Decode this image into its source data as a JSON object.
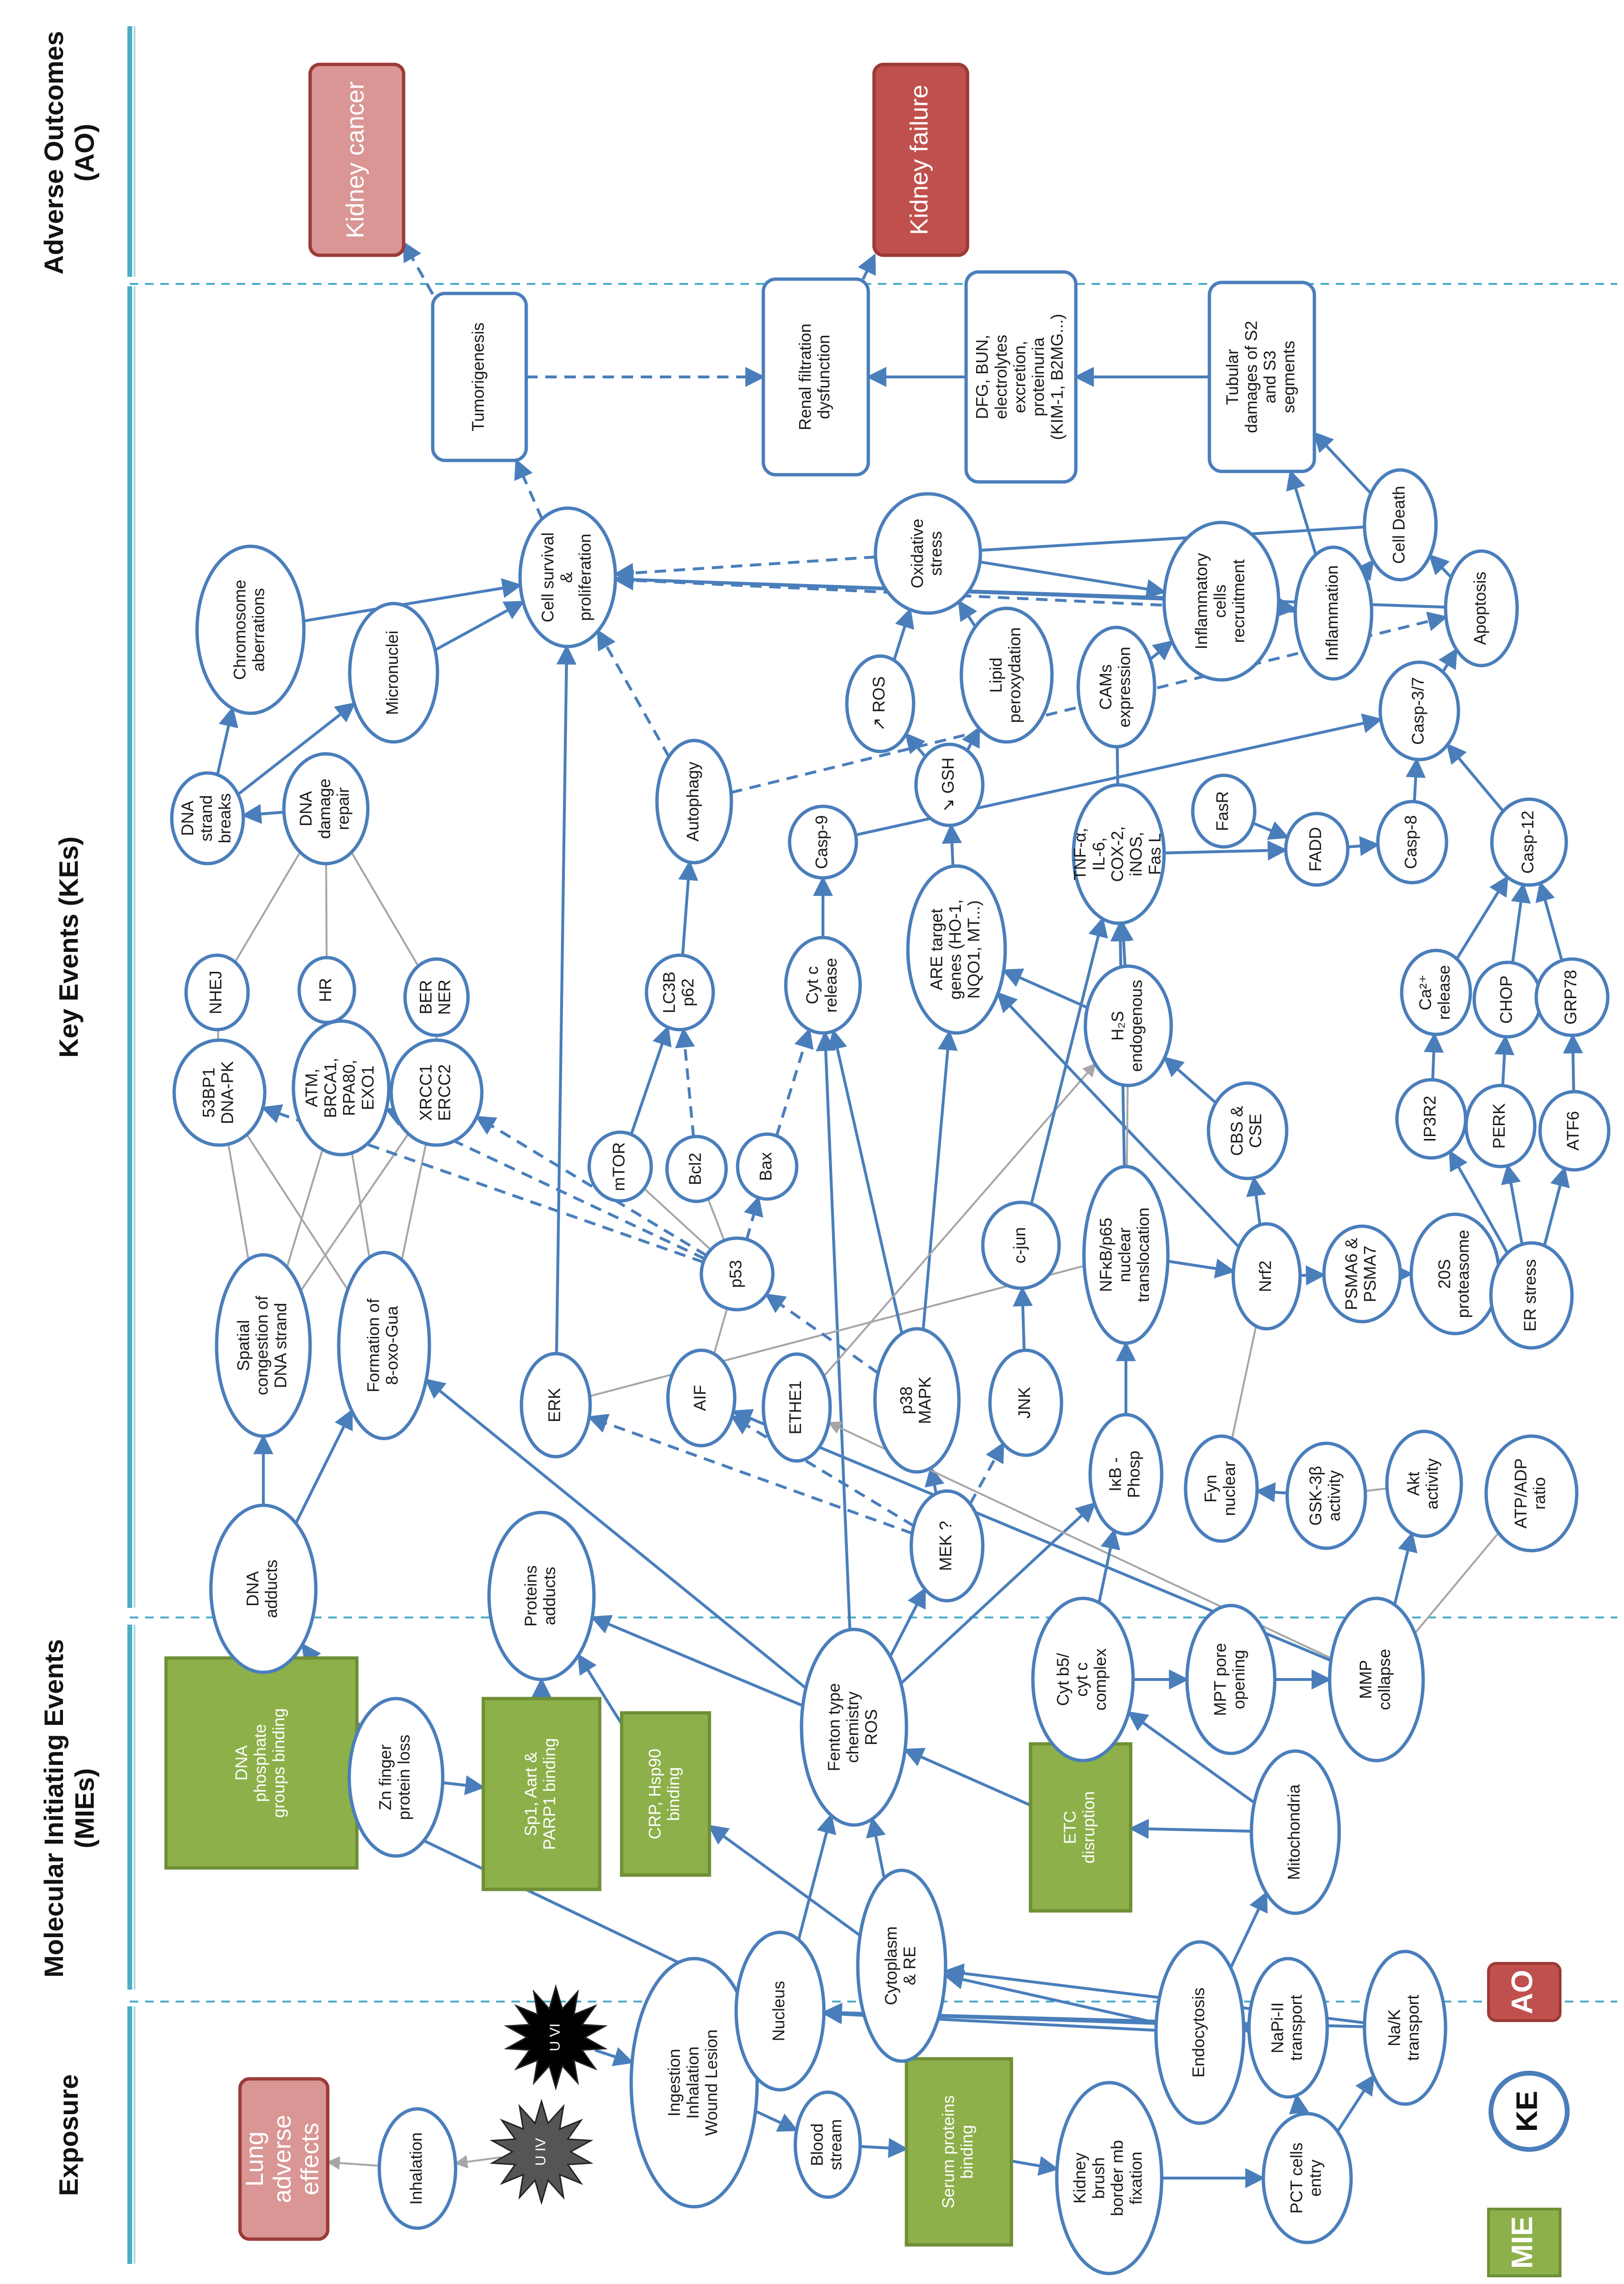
{
  "bands": [
    {
      "id": "exposure",
      "label": "Exposure"
    },
    {
      "id": "mie",
      "label": "Molecular Initiating Events (MIEs)"
    },
    {
      "id": "ke",
      "label": "Key Events (KEs)"
    },
    {
      "id": "ao",
      "label": "Adverse Outcomes (AO)"
    }
  ],
  "legend": [
    {
      "id": "ao",
      "label": "AO"
    },
    {
      "id": "ke",
      "label": "KE"
    },
    {
      "id": "mie",
      "label": "MIE"
    }
  ],
  "colors": {
    "ke": "#4a7ebb",
    "mie": "#8db04a",
    "ao_dark": "#c0504d",
    "ao_light": "#d99694",
    "band": "#4bacc6",
    "gray": "#a6a6a6"
  },
  "nodes": [
    {
      "id": "lung",
      "label": "Lung adverse effects"
    },
    {
      "id": "inhal",
      "label": "Inhalation"
    },
    {
      "id": "uiv",
      "label": "U IV"
    },
    {
      "id": "uvi",
      "label": "U VI"
    },
    {
      "id": "ingest",
      "label": "Ingestion Inhalation Wound Lesion"
    },
    {
      "id": "blood",
      "label": "Blood stream"
    },
    {
      "id": "serum",
      "label": "Serum proteins binding"
    },
    {
      "id": "kbb",
      "label": "Kidney brush border mb fixation"
    },
    {
      "id": "pct",
      "label": "PCT cells entry"
    },
    {
      "id": "endo",
      "label": "Endocytosis"
    },
    {
      "id": "napi",
      "label": "NaPi-II transport"
    },
    {
      "id": "nak",
      "label": "Na/K transport"
    },
    {
      "id": "nucleus",
      "label": "Nucleus"
    },
    {
      "id": "cyto",
      "label": "Cytoplasm & RE"
    },
    {
      "id": "dnapg",
      "label": "DNA phosphate groups binding"
    },
    {
      "id": "zn",
      "label": "Zn finger protein loss"
    },
    {
      "id": "sp1",
      "label": "Sp1, Aart & PARP1 binding"
    },
    {
      "id": "crp",
      "label": "CRP, Hsp90 binding"
    },
    {
      "id": "fenton",
      "label": "Fenton type chemistry ROS"
    },
    {
      "id": "etc",
      "label": "ETC disruption"
    },
    {
      "id": "cytb5",
      "label": "Cyt b5/ cyt c complex"
    },
    {
      "id": "mito",
      "label": "Mitochondria"
    },
    {
      "id": "mpt",
      "label": "MPT pore opening"
    },
    {
      "id": "mmp",
      "label": "MMP collapse"
    },
    {
      "id": "dnaadd",
      "label": "DNA adducts"
    },
    {
      "id": "protadd",
      "label": "Proteins adducts"
    },
    {
      "id": "spatial",
      "label": "Spatial congestion of DNA strand"
    },
    {
      "id": "oxo",
      "label": "Formation of 8-oxo-Gua"
    },
    {
      "id": "erk",
      "label": "ERK"
    },
    {
      "id": "aif",
      "label": "AIF"
    },
    {
      "id": "ethe1",
      "label": "ETHE1"
    },
    {
      "id": "p38",
      "label": "p38 MAPK"
    },
    {
      "id": "jnk",
      "label": "JNK"
    },
    {
      "id": "mek",
      "label": "MEK ?"
    },
    {
      "id": "ikb",
      "label": "IκB - Phosp"
    },
    {
      "id": "fyn",
      "label": "Fyn nuclear"
    },
    {
      "id": "gsk",
      "label": "GSK-3β activity"
    },
    {
      "id": "akt",
      "label": "Akt activity"
    },
    {
      "id": "atp",
      "label": "ATP/ADP ratio"
    },
    {
      "id": "p53",
      "label": "p53"
    },
    {
      "id": "cjun",
      "label": "c-jun"
    },
    {
      "id": "nfkb",
      "label": "NFκB/p65 nuclear translocation"
    },
    {
      "id": "nrf2",
      "label": "Nrf2"
    },
    {
      "id": "psma",
      "label": "PSMA6 & PSMA7"
    },
    {
      "id": "p20s",
      "label": "20S proteasome"
    },
    {
      "id": "erstress",
      "label": "ER stress"
    },
    {
      "id": "s53bp1",
      "label": "53BP1 DNA-PK"
    },
    {
      "id": "atm",
      "label": "ATM, BRCA1, RPA80, EXO1"
    },
    {
      "id": "xrcc",
      "label": "XRCC1 ERCC2"
    },
    {
      "id": "mtor",
      "label": "mTOR"
    },
    {
      "id": "bcl2",
      "label": "Bcl2"
    },
    {
      "id": "bax",
      "label": "Bax"
    },
    {
      "id": "h2s",
      "label": "H₂S endogenous"
    },
    {
      "id": "cbs",
      "label": "CBS & CSE"
    },
    {
      "id": "ip3r2",
      "label": "IP3R2"
    },
    {
      "id": "perk",
      "label": "PERK"
    },
    {
      "id": "atf6",
      "label": "ATF6"
    },
    {
      "id": "nhej",
      "label": "NHEJ"
    },
    {
      "id": "hr",
      "label": "HR"
    },
    {
      "id": "berner",
      "label": "BER NER"
    },
    {
      "id": "lc3b",
      "label": "LC3B p62"
    },
    {
      "id": "cytc",
      "label": "Cyt c release"
    },
    {
      "id": "are",
      "label": "ARE target genes (HO-1, NQO1, MT...)"
    },
    {
      "id": "ca",
      "label": "Ca²⁺ release"
    },
    {
      "id": "chop",
      "label": "CHOP"
    },
    {
      "id": "grp78",
      "label": "GRP78"
    },
    {
      "id": "dnasb",
      "label": "DNA strand breaks"
    },
    {
      "id": "dnadr",
      "label": "DNA damage repair"
    },
    {
      "id": "autoph",
      "label": "Autophagy"
    },
    {
      "id": "casp9",
      "label": "Casp-9"
    },
    {
      "id": "tnf",
      "label": "TNF-α, IL-6, COX-2, iNOS, Fas L"
    },
    {
      "id": "fasr",
      "label": "FasR"
    },
    {
      "id": "fadd",
      "label": "FADD"
    },
    {
      "id": "casp8",
      "label": "Casp-8"
    },
    {
      "id": "casp12",
      "label": "Casp-12"
    },
    {
      "id": "chrom",
      "label": "Chromosome aberrations"
    },
    {
      "id": "micro",
      "label": "Micronuclei"
    },
    {
      "id": "ros",
      "label": "↗ ROS"
    },
    {
      "id": "gsh",
      "label": "↘ GSH"
    },
    {
      "id": "lipid",
      "label": "Lipid peroxydation"
    },
    {
      "id": "cams",
      "label": "CAMs expression"
    },
    {
      "id": "casp37",
      "label": "Casp-3/7"
    },
    {
      "id": "survival",
      "label": "Cell survival & proliferation"
    },
    {
      "id": "oxstress",
      "label": "Oxidative stress"
    },
    {
      "id": "inflcells",
      "label": "Inflammatory cells recruitment"
    },
    {
      "id": "inflam",
      "label": "Inflammation"
    },
    {
      "id": "apopt",
      "label": "Apoptosis"
    },
    {
      "id": "celldeath",
      "label": "Cell Death"
    },
    {
      "id": "tumor",
      "label": "Tumorigenesis"
    },
    {
      "id": "renal",
      "label": "Renal filtration dysfunction"
    },
    {
      "id": "dfg",
      "label": "DFG, BUN, electrolytes excretion, proteinuria (KIM-1, B2MG...)"
    },
    {
      "id": "tubular",
      "label": "Tubular damages of S2 and S3 segments"
    },
    {
      "id": "kcancer",
      "label": "Kidney cancer"
    },
    {
      "id": "kfailure",
      "label": "Kidney failure"
    }
  ]
}
